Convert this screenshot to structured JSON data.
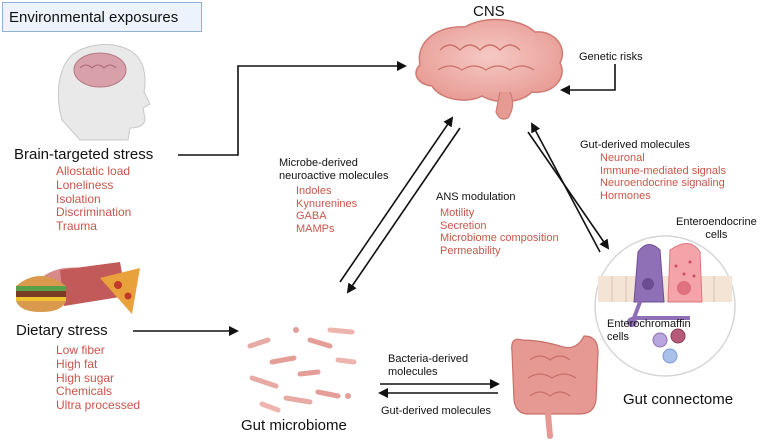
{
  "exposures_title": "Environmental exposures",
  "cns": {
    "label": "CNS"
  },
  "genetic_risks": "Genetic risks",
  "brain_stress": {
    "label": "Brain-targeted stress",
    "items": [
      "Allostatic load",
      "Loneliness",
      "Isolation",
      "Discrimination",
      "Trauma"
    ]
  },
  "dietary_stress": {
    "label": "Dietary stress",
    "items": [
      "Low fiber",
      "High fat",
      "High sugar",
      "Chemicals",
      "Ultra processed"
    ]
  },
  "microbe_molecules": {
    "label_line1": "Microbe-derived",
    "label_line2": "neuroactive molecules",
    "items": [
      "Indoles",
      "Kynurenines",
      "GABA",
      "MAMPs"
    ]
  },
  "ans": {
    "label": "ANS modulation",
    "items": [
      "Motility",
      "Secretion",
      "Microbiome composition",
      "Permeability"
    ]
  },
  "gut_molecules_top": {
    "label": "Gut-derived molecules",
    "items": [
      "Neuronal",
      "Immune-mediated signals",
      "Neuroendocrine signaling",
      "Hormones"
    ]
  },
  "enteroendocrine": {
    "line1": "Enteroendocrine",
    "line2": "cells"
  },
  "enterochromaffin": {
    "line1": "Enterochromaffin",
    "line2": "cells"
  },
  "bacteria_molecules": {
    "line1": "Bacteria-derived",
    "line2": "molecules"
  },
  "gut_molecules_bottom": "Gut-derived molecules",
  "gut_microbiome": "Gut microbiome",
  "gut_connectome": "Gut connectome",
  "colors": {
    "accent_red": "#c9564a",
    "box_border": "#8fb0d8",
    "box_fill": "#ecf3fc",
    "arrow": "#111111"
  }
}
